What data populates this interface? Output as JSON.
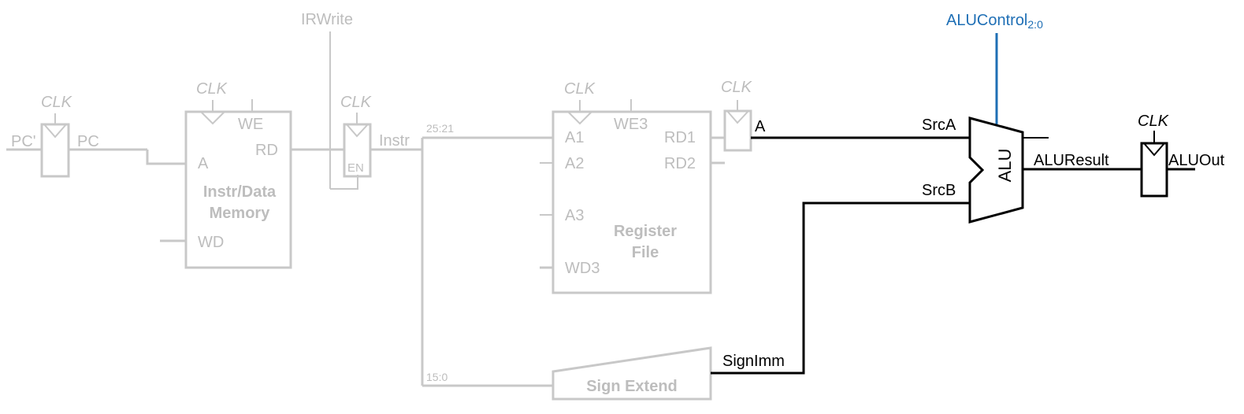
{
  "colors": {
    "faded": "#c8c8c8",
    "active": "#000000",
    "control": "#1f6fb5"
  },
  "labels": {
    "clk": "CLK",
    "pc_prime": "PC'",
    "pc": "PC",
    "irwrite": "IRWrite",
    "mem_a": "A",
    "mem_we": "WE",
    "mem_rd": "RD",
    "mem_title_1": "Instr/Data",
    "mem_title_2": "Memory",
    "mem_wd": "WD",
    "en": "EN",
    "instr": "Instr",
    "bits_25_21": "25:21",
    "bits_15_0": "15:0",
    "rf_a1": "A1",
    "rf_a2": "A2",
    "rf_a3": "A3",
    "rf_wd3": "WD3",
    "rf_we3": "WE3",
    "rf_rd1": "RD1",
    "rf_rd2": "RD2",
    "rf_title_1": "Register",
    "rf_title_2": "File",
    "a_reg": "A",
    "sign_extend": "Sign Extend",
    "signimm": "SignImm",
    "srca": "SrcA",
    "srcb": "SrcB",
    "alu": "ALU",
    "alucontrol": "ALUControl",
    "alucontrol_sub": "2:0",
    "aluresult": "ALUResult",
    "aluout": "ALUOut"
  }
}
